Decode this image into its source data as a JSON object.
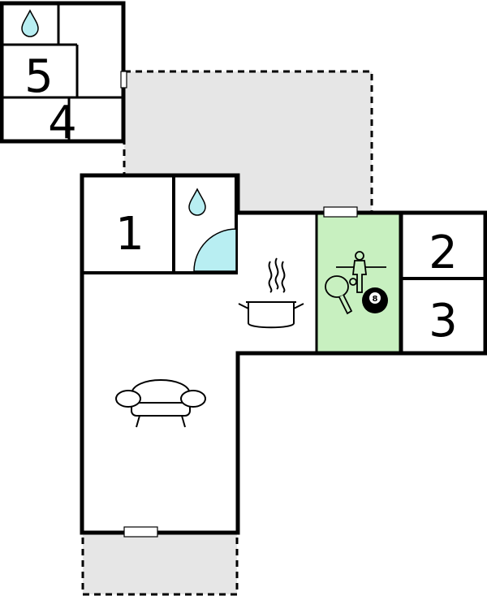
{
  "rooms": [
    {
      "number": "1",
      "kind": "bedroom"
    },
    {
      "number": "2",
      "kind": "bedroom"
    },
    {
      "number": "3",
      "kind": "bedroom"
    },
    {
      "number": "4",
      "kind": "bedroom"
    },
    {
      "number": "5",
      "kind": "bedroom"
    }
  ],
  "areas": {
    "bathroom": {
      "icons": [
        "water-drop-icon",
        "shower-icon"
      ]
    },
    "upper_bathroom": {
      "icons": [
        "water-drop-icon"
      ]
    },
    "kitchen": {
      "icons": [
        "cooking-pot-icon"
      ]
    },
    "living_room": {
      "icons": [
        "sofa-icon"
      ]
    },
    "game_room": {
      "icons": [
        "table-football-icon",
        "table-tennis-icon",
        "billiard-ball-icon"
      ],
      "ball_label": "8"
    },
    "terraces": [
      "terrace-north",
      "terrace-south"
    ]
  },
  "colors": {
    "wall": "#000000",
    "terrace": "#e6e6e6",
    "game_room": "#c8f0c0",
    "shower": "#b8eef2",
    "drop": "#b8eef2"
  }
}
